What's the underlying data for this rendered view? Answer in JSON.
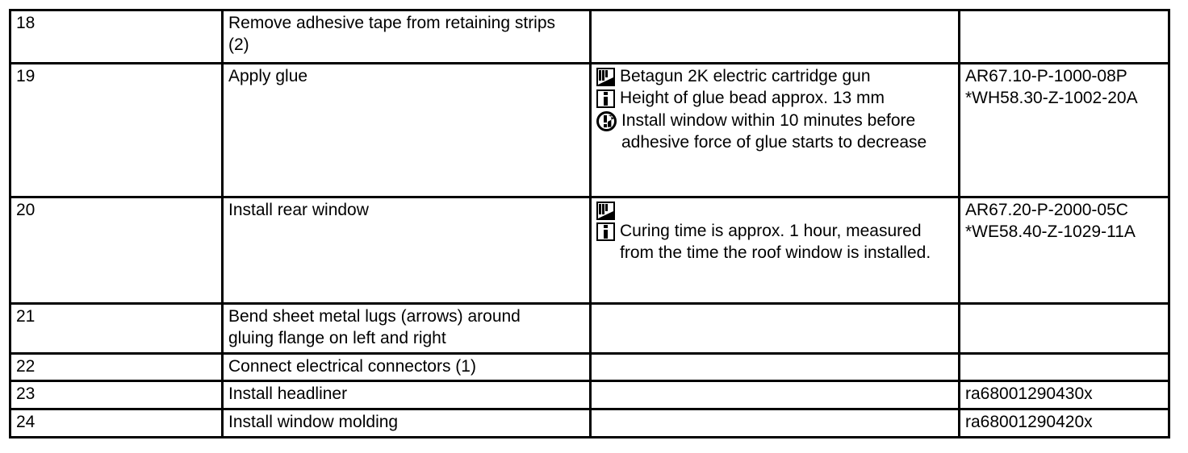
{
  "table": {
    "columns": [
      "step",
      "task",
      "notes",
      "reference"
    ],
    "rows": [
      {
        "step": "18",
        "task_lines": [
          "Remove adhesive tape from retaining strips",
          "(2)"
        ],
        "notes": [],
        "ref_lines": []
      },
      {
        "step": "19",
        "task_lines": [
          "Apply glue"
        ],
        "notes": [
          {
            "icon": "special-tool-icon",
            "text": "Betagun 2K electric cartridge gun"
          },
          {
            "icon": "info-icon",
            "text": "Height of glue bead approx. 13 mm"
          },
          {
            "icon": "time-warning-icon",
            "text": "Install window within 10 minutes before adhesive force of glue starts to decrease"
          }
        ],
        "ref_lines": [
          "AR67.10-P-1000-08P",
          "*WH58.30-Z-1002-20A"
        ]
      },
      {
        "step": "20",
        "task_lines": [
          "Install rear window"
        ],
        "notes": [
          {
            "icon": "special-tool-icon",
            "text": ""
          },
          {
            "icon": "info-icon",
            "text": "Curing time is approx. 1 hour, measured from the time the roof window is installed."
          }
        ],
        "ref_lines": [
          "AR67.20-P-2000-05C",
          "*WE58.40-Z-1029-11A"
        ]
      },
      {
        "step": "21",
        "task_lines": [
          "Bend sheet metal lugs (arrows) around",
          "gluing flange on left and right"
        ],
        "notes": [],
        "ref_lines": []
      },
      {
        "step": "22",
        "task_lines": [
          "Connect electrical connectors (1)"
        ],
        "notes": [],
        "ref_lines": []
      },
      {
        "step": "23",
        "task_lines": [
          "Install headliner"
        ],
        "notes": [],
        "ref_lines": [
          "ra68001290430x"
        ]
      },
      {
        "step": "24",
        "task_lines": [
          "Install window molding"
        ],
        "notes": [],
        "ref_lines": [
          "ra68001290420x"
        ]
      }
    ]
  },
  "colors": {
    "border": "#000000",
    "text": "#000000",
    "background": "#ffffff"
  }
}
